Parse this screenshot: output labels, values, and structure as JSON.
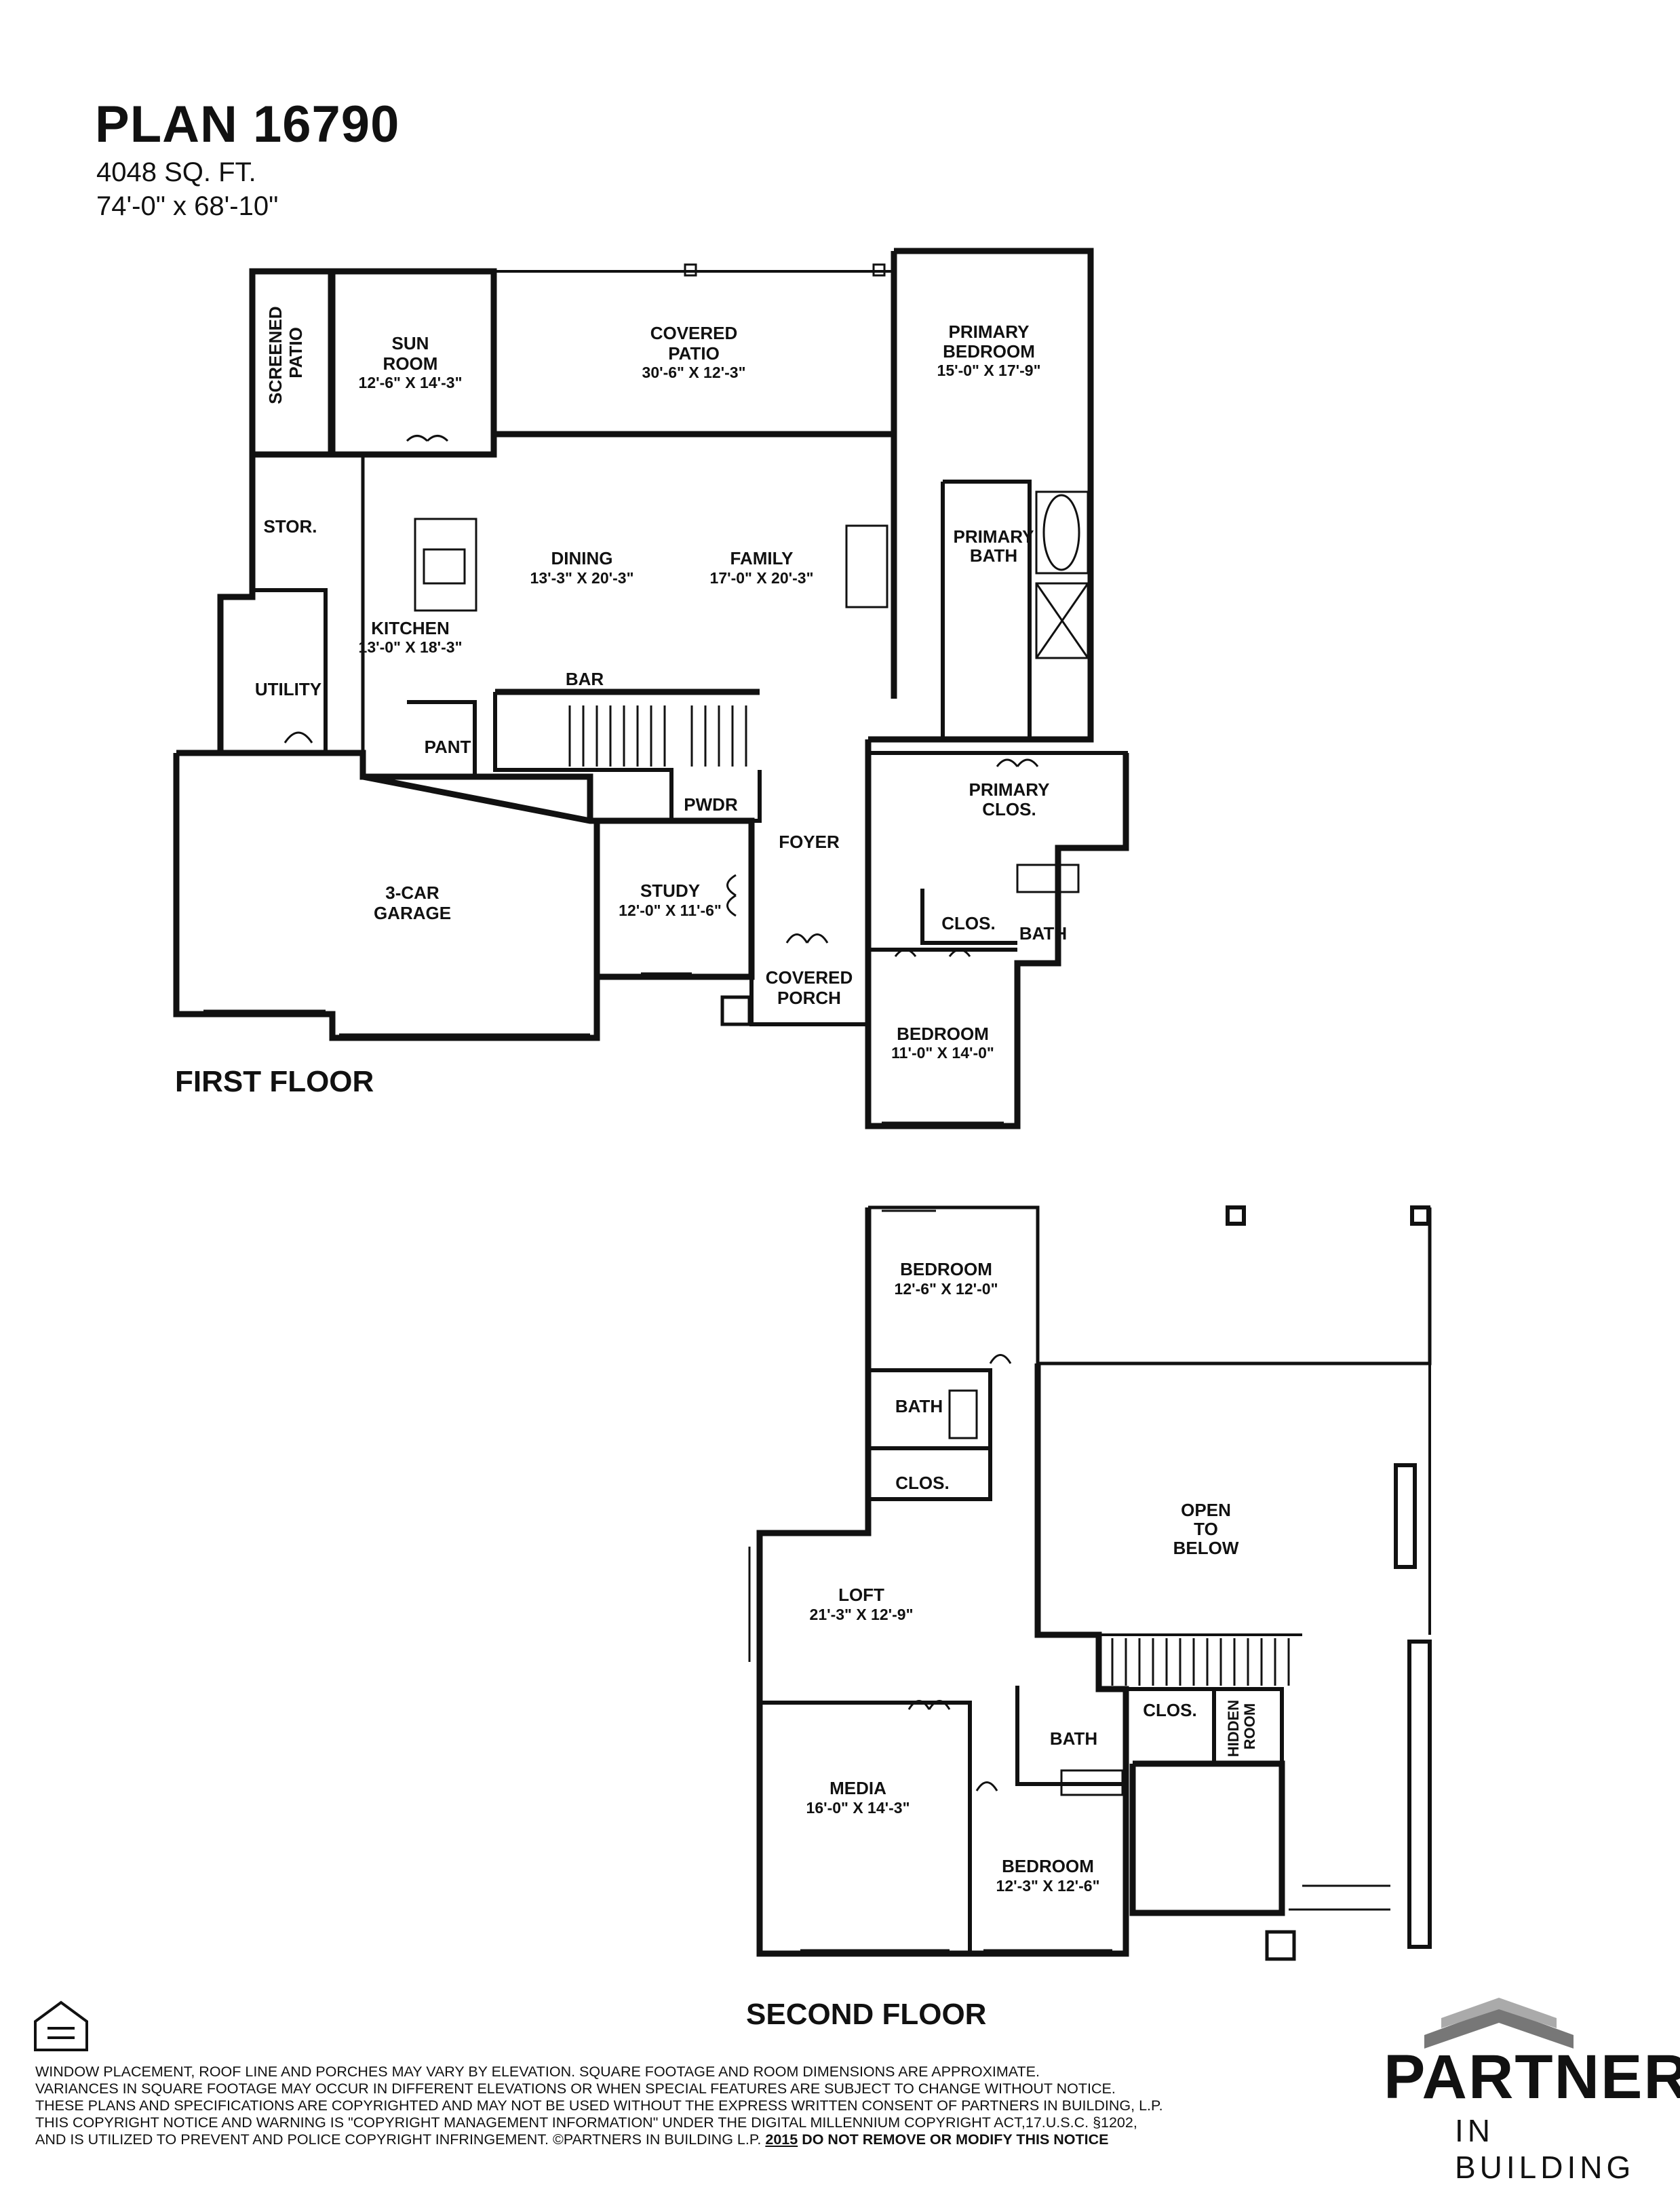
{
  "header": {
    "plan_title": "PLAN 16790",
    "square_feet": "4048 SQ. FT.",
    "dimensions": "74'-0\" x 68'-10\""
  },
  "first_floor": {
    "label": "FIRST FLOOR",
    "rooms": {
      "screened_patio": [
        "SCREENED",
        "PATIO"
      ],
      "sun_room": {
        "name": [
          "SUN",
          "ROOM"
        ],
        "dim": "12'-6\" X 14'-3\""
      },
      "covered_patio": {
        "name": [
          "COVERED",
          "PATIO"
        ],
        "dim": "30'-6\" X 12'-3\""
      },
      "primary_bedroom": {
        "name": [
          "PRIMARY",
          "BEDROOM"
        ],
        "dim": "15'-0\" X 17'-9\""
      },
      "stor": "STOR.",
      "dining": {
        "name": "DINING",
        "dim": "13'-3\" X 20'-3\""
      },
      "family": {
        "name": "FAMILY",
        "dim": "17'-0\" X 20'-3\""
      },
      "primary_bath": [
        "PRIMARY",
        "BATH"
      ],
      "kitchen": {
        "name": "KITCHEN",
        "dim": "13'-0\" X 18'-3\""
      },
      "utility": "UTILITY",
      "bar": "BAR",
      "pant": "PANT",
      "pwdr": "PWDR",
      "primary_clos": [
        "PRIMARY",
        "CLOS."
      ],
      "foyer": "FOYER",
      "garage": [
        "3-CAR",
        "GARAGE"
      ],
      "study": {
        "name": "STUDY",
        "dim": "12'-0\" X 11'-6\""
      },
      "clos": "CLOS.",
      "bath": "BATH",
      "covered_porch": [
        "COVERED",
        "PORCH"
      ],
      "bedroom": {
        "name": "BEDROOM",
        "dim": "11'-0\" X 14'-0\""
      }
    }
  },
  "second_floor": {
    "label": "SECOND FLOOR",
    "rooms": {
      "bedroom_top": {
        "name": "BEDROOM",
        "dim": "12'-6\" X 12'-0\""
      },
      "bath_top": "BATH",
      "clos_top": "CLOS.",
      "open_to_below": [
        "OPEN",
        "TO",
        "BELOW"
      ],
      "loft": {
        "name": "LOFT",
        "dim": "21'-3\" X 12'-9\""
      },
      "bath_mid": "BATH",
      "clos_mid": "CLOS.",
      "hidden_room": [
        "HIDDEN",
        "ROOM"
      ],
      "media": {
        "name": "MEDIA",
        "dim": "16'-0\" X 14'-3\""
      },
      "bedroom_bottom": {
        "name": "BEDROOM",
        "dim": "12'-3\" X 12'-6\""
      }
    }
  },
  "footer": {
    "disclaimer_lines": [
      "WINDOW PLACEMENT, ROOF LINE AND PORCHES MAY VARY BY ELEVATION.  SQUARE FOOTAGE AND ROOM DIMENSIONS ARE APPROXIMATE.",
      "VARIANCES IN SQUARE FOOTAGE MAY OCCUR IN DIFFERENT ELEVATIONS OR  WHEN SPECIAL FEATURES ARE SUBJECT TO CHANGE WITHOUT NOTICE.",
      "THESE PLANS AND SPECIFICATIONS ARE COPYRIGHTED AND MAY NOT BE USED WITHOUT THE EXPRESS WRITTEN CONSENT OF PARTNERS IN BUILDING, L.P.",
      "THIS COPYRIGHT NOTICE AND WARNING IS \"COPYRIGHT MANAGEMENT INFORMATION\" UNDER THE DIGITAL MILLENNIUM COPYRIGHT ACT,17.U.S.C. §1202,"
    ],
    "last_line_main": "AND IS UTILIZED TO PREVENT AND POLICE COPYRIGHT INFRINGEMENT. ©PARTNERS IN BUILDING L.P.",
    "last_line_year": "2015",
    "last_line_warning": "DO NOT REMOVE OR MODIFY THIS NOTICE",
    "logo_word": "PARTNERS",
    "logo_sub": "IN BUILDING"
  },
  "icons": [
    "equal-housing-icon",
    "partners-logo-icon"
  ]
}
